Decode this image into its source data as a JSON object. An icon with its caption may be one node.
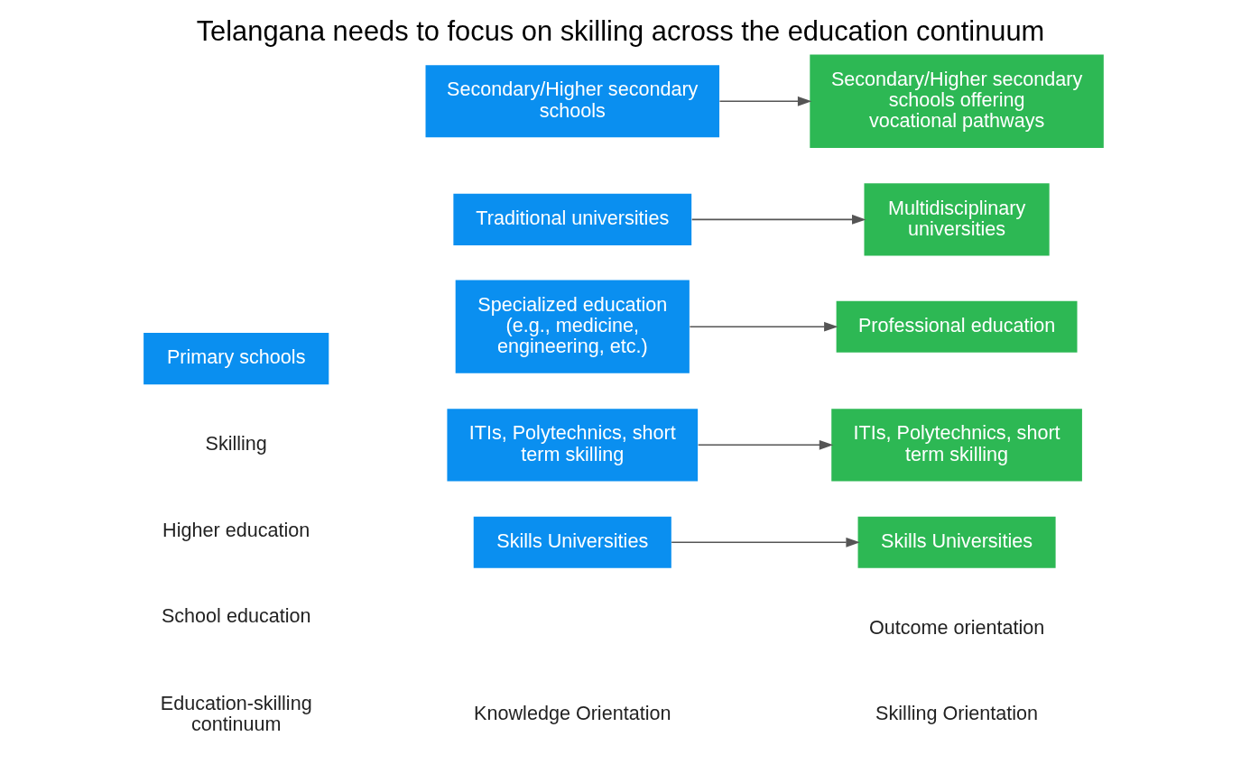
{
  "diagram": {
    "title": "Telangana needs to focus on skilling across the education continuum",
    "nodes": [
      {
        "text": [
          "Skills Universities"
        ]
      },
      {
        "text": [
          "Skills Universities"
        ]
      },
      {
        "text": [
          "ITIs, Polytechnics, short term skilling"
        ]
      },
      {
        "text": [
          "ITIs, Polytechnics, short term skilling"
        ]
      },
      {
        "text": [
          "Specialized education (e.g., medicine, engineering, etc.)"
        ]
      },
      {
        "text": [
          "Professional education"
        ]
      },
      {
        "text": [
          "Traditional universities"
        ]
      },
      {
        "text": [
          "Multidisciplinary universities"
        ]
      },
      {
        "text": [
          "Primary schools"
        ]
      },
      {
        "text": [
          "Secondary/Higher secondary schools"
        ]
      },
      {
        "text": [
          "Secondary/Higher secondary schools offering vocational pathways"
        ]
      }
    ],
    "edges": [
      {
        "from": 0,
        "to": 1,
        "arrow": "to"
      },
      {
        "from": 2,
        "to": 3,
        "arrow": "to"
      },
      {
        "from": 4,
        "to": 5,
        "arrow": "to"
      },
      {
        "from": 6,
        "to": 7,
        "arrow": "to"
      },
      {
        "from": 9,
        "to": 10,
        "arrow": "to"
      }
    ],
    "labels": [
      "Education-skilling continuum",
      "Skilling",
      "Higher education",
      "School education",
      "Knowledge Orientation",
      "Skilling Orientation",
      "Outcome orientation"
    ]
  }
}
